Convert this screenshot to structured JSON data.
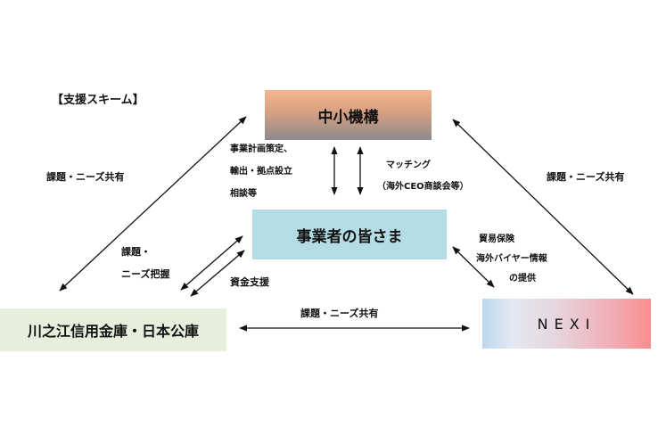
{
  "title": "【支援スキーム】",
  "nodes": {
    "kiko": "中小機構",
    "jigyo": "事業者の皆さま",
    "bank": "川之江信用金庫・日本公庫",
    "nexi": "NEXI"
  },
  "labels": {
    "left_share": "課題・ニーズ共有",
    "right_share": "課題・ニーズ共有",
    "bottom_share": "課題・ニーズ共有",
    "kiko_support_1": "事業計画策定、",
    "kiko_support_2": "輸出・拠点設立",
    "kiko_support_3": "相談等",
    "matching_1": "マッチング",
    "matching_2": "（海外CEO商談会等）",
    "grasp_1": "課題・",
    "grasp_2": "ニーズ把握",
    "funding": "資金支援",
    "nexi_1": "貿易保険",
    "nexi_2": "海外バイヤー情報",
    "nexi_3": "の提供"
  },
  "colors": {
    "jigyo_bg": "#b4dce5",
    "bank_bg": "#e5efdb",
    "arrow": "#111111"
  }
}
